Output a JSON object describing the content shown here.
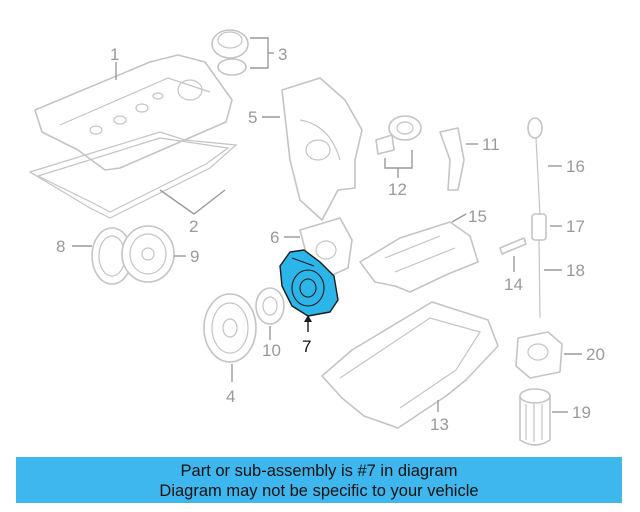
{
  "callouts": {
    "c1": "1",
    "c2": "2",
    "c3": "3",
    "c4": "4",
    "c5": "5",
    "c6": "6",
    "c7": "7",
    "c8": "8",
    "c9": "9",
    "c10": "10",
    "c11": "11",
    "c12": "12",
    "c13": "13",
    "c14": "14",
    "c15": "15",
    "c16": "16",
    "c17": "17",
    "c18": "18",
    "c19": "19",
    "c20": "20"
  },
  "highlighted_part": "7",
  "colors": {
    "highlight": "#2bb5e8",
    "banner": "#3db7ee",
    "outline": "#c4c4c4"
  },
  "banner": {
    "line1": "Part or sub-assembly is #7 in diagram",
    "line2": "Diagram may not be specific to your vehicle"
  }
}
